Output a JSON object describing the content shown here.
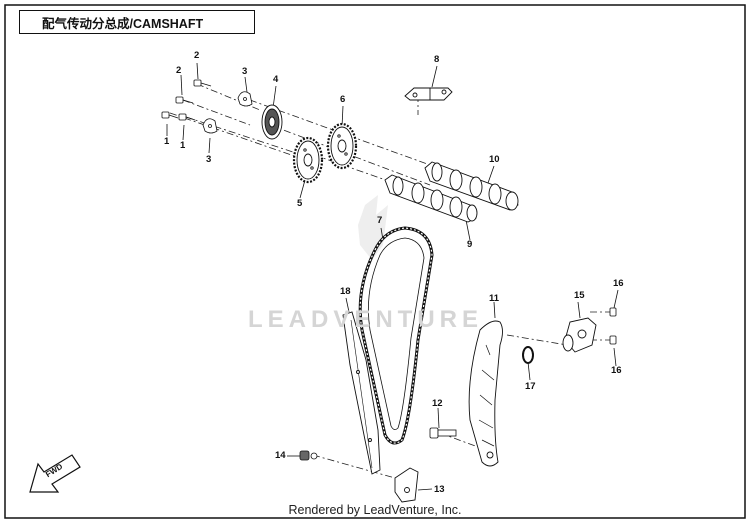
{
  "title": "配气传动分总成/CAMSHAFT",
  "watermark": "LEADVENTURE",
  "footer": "Rendered by LeadVenture, Inc.",
  "fwd_label": "FWD",
  "callouts": [
    {
      "id": "c1a",
      "label": "1"
    },
    {
      "id": "c1b",
      "label": "1"
    },
    {
      "id": "c2a",
      "label": "2"
    },
    {
      "id": "c2b",
      "label": "2"
    },
    {
      "id": "c3a",
      "label": "3"
    },
    {
      "id": "c3b",
      "label": "3"
    },
    {
      "id": "c4",
      "label": "4"
    },
    {
      "id": "c5",
      "label": "5"
    },
    {
      "id": "c6",
      "label": "6"
    },
    {
      "id": "c7",
      "label": "7"
    },
    {
      "id": "c8",
      "label": "8"
    },
    {
      "id": "c9",
      "label": "9"
    },
    {
      "id": "c10",
      "label": "10"
    },
    {
      "id": "c11",
      "label": "11"
    },
    {
      "id": "c12",
      "label": "12"
    },
    {
      "id": "c13",
      "label": "13"
    },
    {
      "id": "c14",
      "label": "14"
    },
    {
      "id": "c15",
      "label": "15"
    },
    {
      "id": "c16a",
      "label": "16"
    },
    {
      "id": "c16b",
      "label": "16"
    },
    {
      "id": "c17",
      "label": "17"
    },
    {
      "id": "c18",
      "label": "18"
    }
  ]
}
